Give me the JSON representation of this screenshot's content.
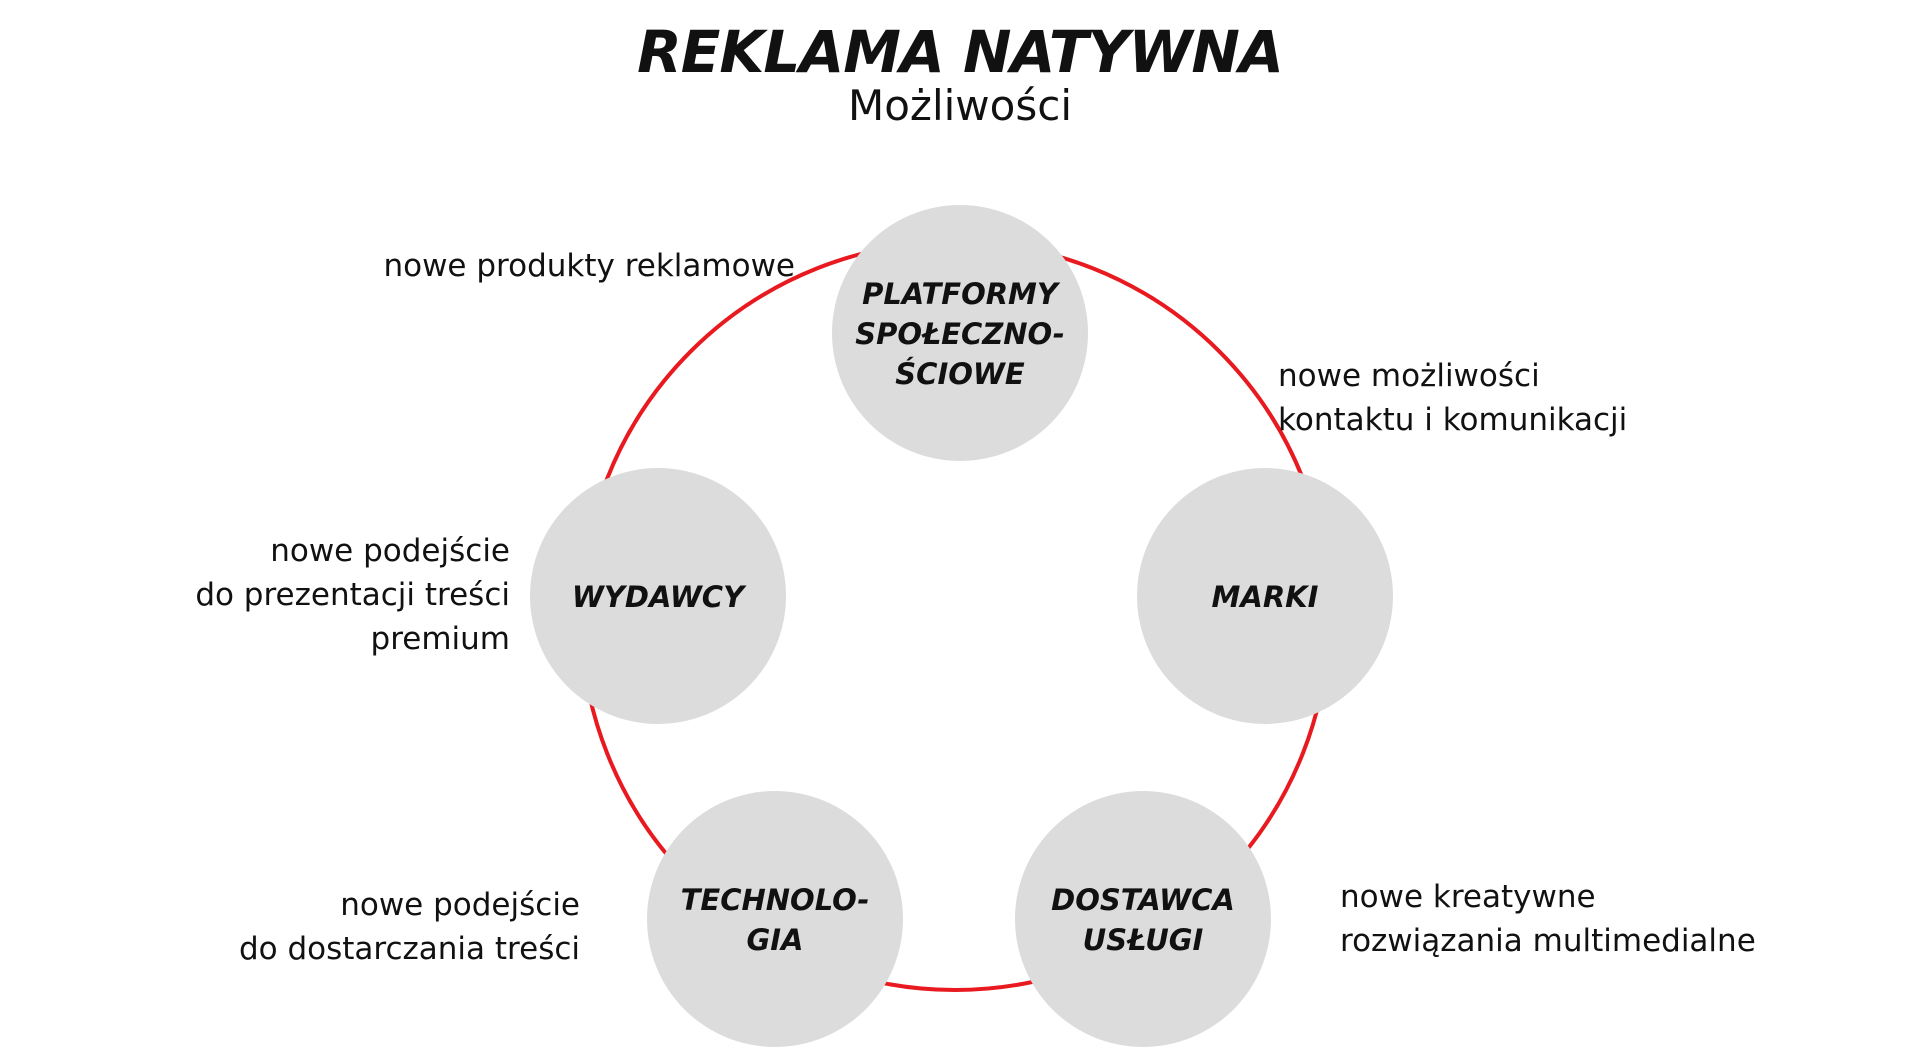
{
  "header": {
    "title": "REKLAMA NATYWNA",
    "subtitle": "Możliwości"
  },
  "colors": {
    "ring": "#e8191f",
    "node_fill": "#dcdcdc",
    "text": "#111111"
  },
  "nodes": [
    {
      "id": "platformy",
      "label_lines": [
        "PLATFORMY",
        "SPOŁECZNO-",
        "ŚCIOWE"
      ],
      "description_lines": [
        "nowe produkty reklamowe"
      ]
    },
    {
      "id": "marki",
      "label_lines": [
        "MARKI"
      ],
      "description_lines": [
        "nowe możliwości",
        "kontaktu i komunikacji"
      ]
    },
    {
      "id": "dostawca",
      "label_lines": [
        "DOSTAWCA",
        "USŁUGI"
      ],
      "description_lines": [
        "nowe kreatywne",
        "rozwiązania multimedialne"
      ]
    },
    {
      "id": "technologia",
      "label_lines": [
        "TECHNOLO-",
        "GIA"
      ],
      "description_lines": [
        "nowe podejście",
        "do dostarczania treści"
      ]
    },
    {
      "id": "wydawcy",
      "label_lines": [
        "WYDAWCY"
      ],
      "description_lines": [
        "nowe podejście",
        "do prezentacji treści",
        "premium"
      ]
    }
  ]
}
